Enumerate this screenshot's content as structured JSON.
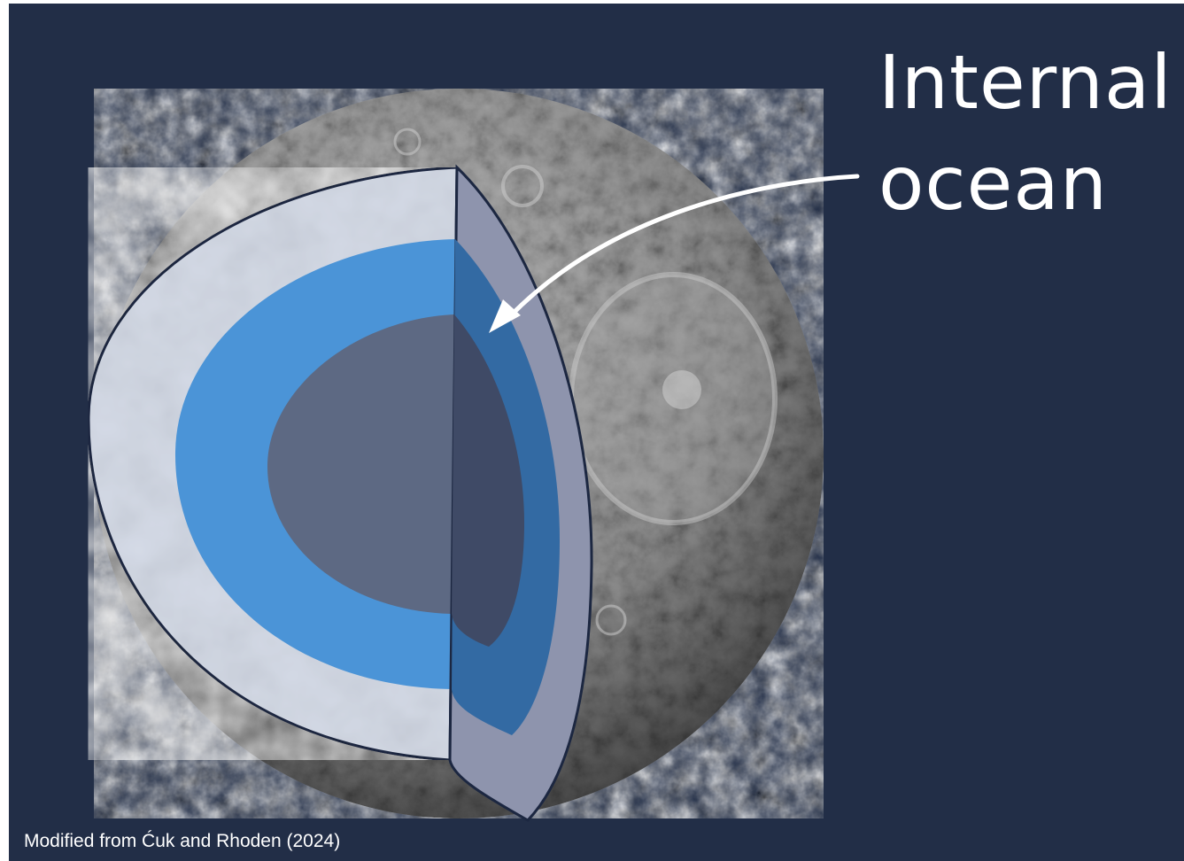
{
  "diagram": {
    "label_line1": "Internal",
    "label_line2": "ocean",
    "credit": "Modified from Ćuk and Rhoden (2024)"
  },
  "colors": {
    "background": "#222e47",
    "surface": "#8a8a8a",
    "ice_shell": "#d4dae6",
    "ocean": "#4b94d7",
    "core": "#5d6983",
    "cut_face_shell": "#8e94ad",
    "cut_face_ocean": "#336aa3",
    "cut_face_core": "#3f4a66",
    "arrow": "#ffffff"
  }
}
